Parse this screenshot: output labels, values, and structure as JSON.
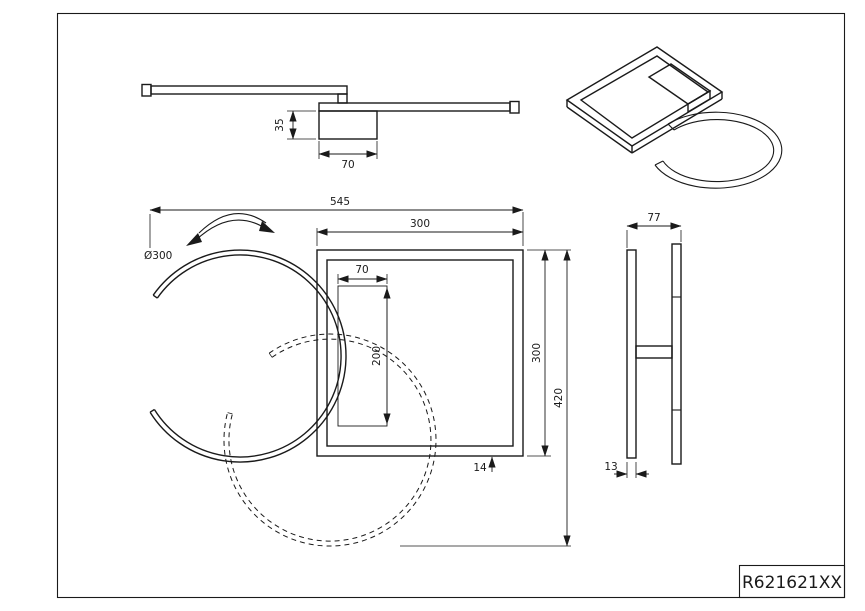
{
  "meta": {
    "background": "#ffffff",
    "ink": "#1a1a1a"
  },
  "title_block": {
    "part_number": "R621621XX"
  },
  "dimensions": {
    "side_view": {
      "canopy_height": "35",
      "canopy_width": "70"
    },
    "front_view": {
      "overall_width": "545",
      "frame_width": "300",
      "frame_height": "300",
      "overall_height": "420",
      "canopy_width": "70",
      "canopy_length": "200",
      "profile_thickness": "14",
      "ring_diameter": "Ø300"
    },
    "side_profile": {
      "overall_depth": "77",
      "bar_width": "13"
    }
  }
}
